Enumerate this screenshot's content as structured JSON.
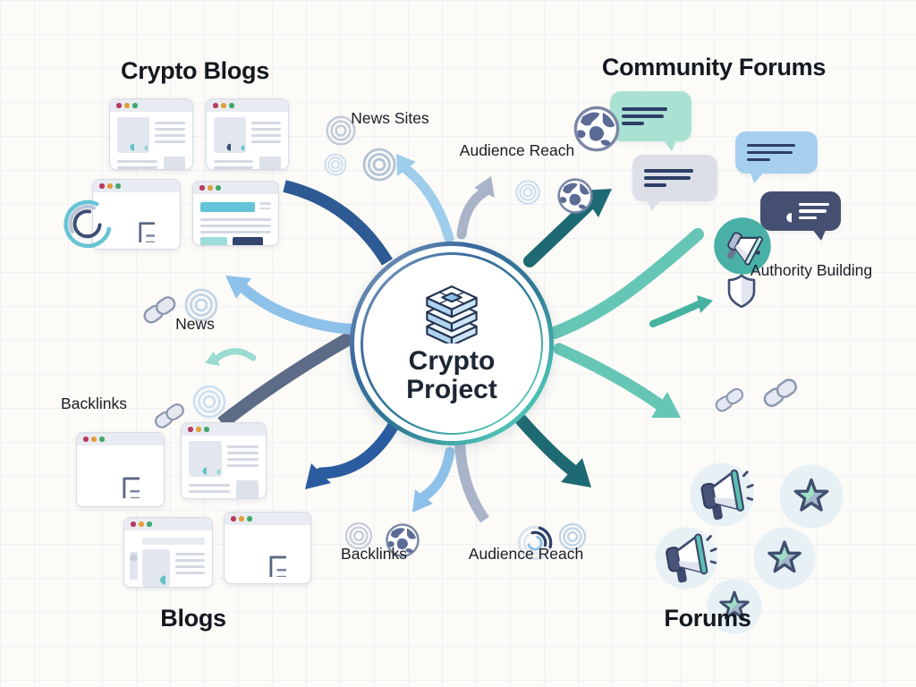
{
  "diagram": {
    "center": {
      "line1": "Crypto",
      "line2": "Project"
    },
    "headings": {
      "crypto_blogs": "Crypto Blogs",
      "community_forums": "Community Forums",
      "blogs": "Blogs",
      "forums": "Forums"
    },
    "labels": {
      "news_sites": "News Sites",
      "audience_reach_top": "Audience Reach",
      "news": "News",
      "backlinks_left": "Backlinks",
      "authority_building": "Authority Building",
      "backlinks_bottom": "Backlinks",
      "audience_reach_bottom": "Audience Reach"
    },
    "colors": {
      "arrow_navy": "#2e5a94",
      "arrow_slate": "#5c6b86",
      "arrow_blue": "#2b5ca0",
      "arrow_sky": "#8ec1ea",
      "arrow_pale": "#9fcdec",
      "arrow_gray": "#a9b4c9",
      "arrow_teal_dark": "#1e6a72",
      "arrow_mint": "#66c6b5",
      "arrow_mint_small": "#45b39f",
      "arrow_mint_pale": "#9adbd3",
      "bubble_mint": "#a9e2d3",
      "bubble_lavender": "#dcdee8",
      "bubble_blue": "#a6cfee",
      "bubble_navy": "#454f72",
      "megaphone_circle_teal": "#49b0a5",
      "icon_circle_bg": "#e7f1f5",
      "star_mint": "#9fe0c8",
      "star_gray": "#a4b6c9",
      "ring_gradient_left": "#3a689f",
      "ring_gradient_right": "#49bcb1"
    },
    "icons": [
      "browser-window-icon",
      "people-icon",
      "document-icon",
      "globe-icon",
      "target-rings-icon",
      "spiral-icon",
      "chain-link-icon",
      "chat-bubble-icon",
      "megaphone-icon",
      "shield-icon",
      "star-icon",
      "reach-arcs-icon",
      "layered-cube-icon"
    ]
  }
}
